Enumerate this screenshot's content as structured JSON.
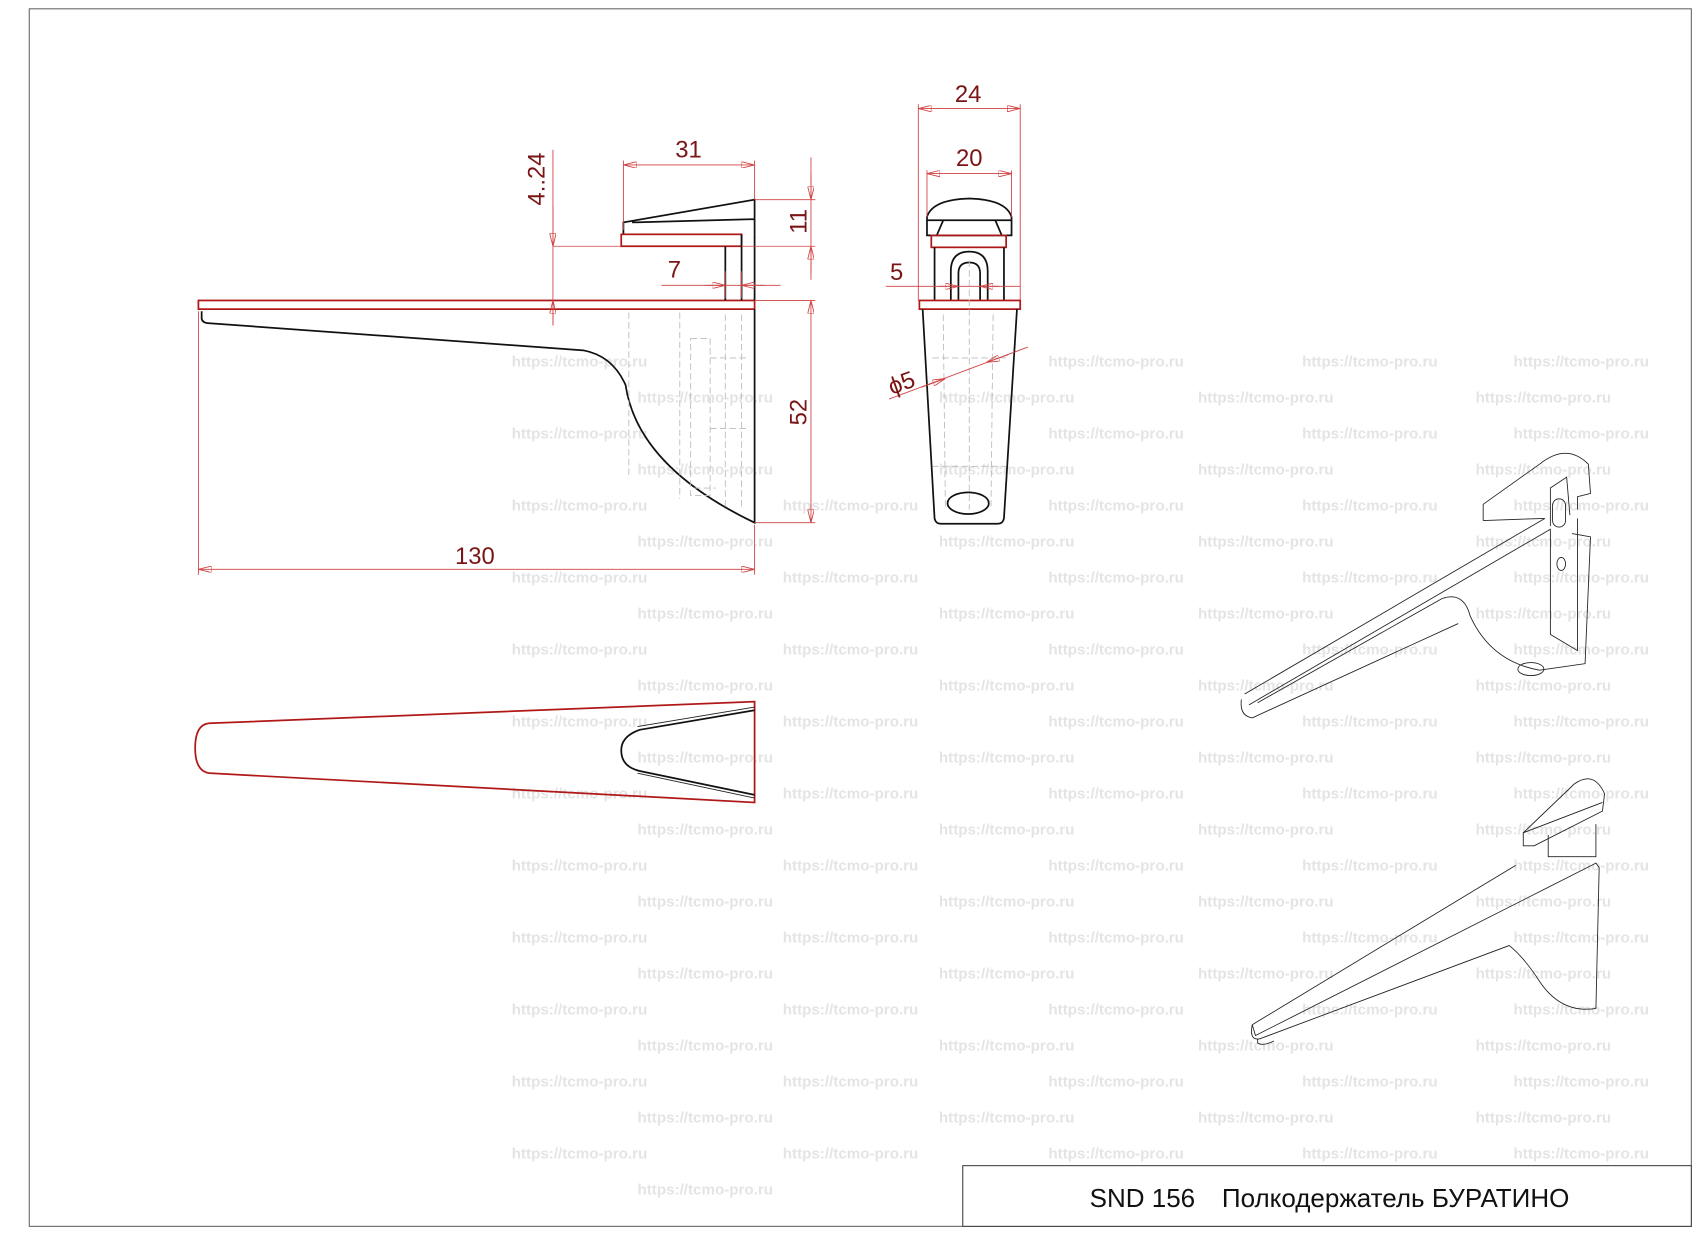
{
  "watermark": "https://tcmo-pro.ru",
  "title_block": {
    "code": "SND 156",
    "name": "Полкодержатель БУРАТИНО"
  },
  "dimensions": {
    "side_view": {
      "clamp_width": "31",
      "clamp_range": "4..24",
      "clamp_height": "11",
      "post_thickness": "7",
      "body_height": "52",
      "length": "130"
    },
    "front_view": {
      "overall_width": "24",
      "nut_width": "20",
      "slot_width": "5",
      "hole_diameter": "ϕ5"
    }
  },
  "colors": {
    "dimension": "#d04040",
    "dimension_text": "#7a1515",
    "contour": "#111111",
    "shelf_contour": "#b01818",
    "watermark": "#e4e4e4"
  }
}
